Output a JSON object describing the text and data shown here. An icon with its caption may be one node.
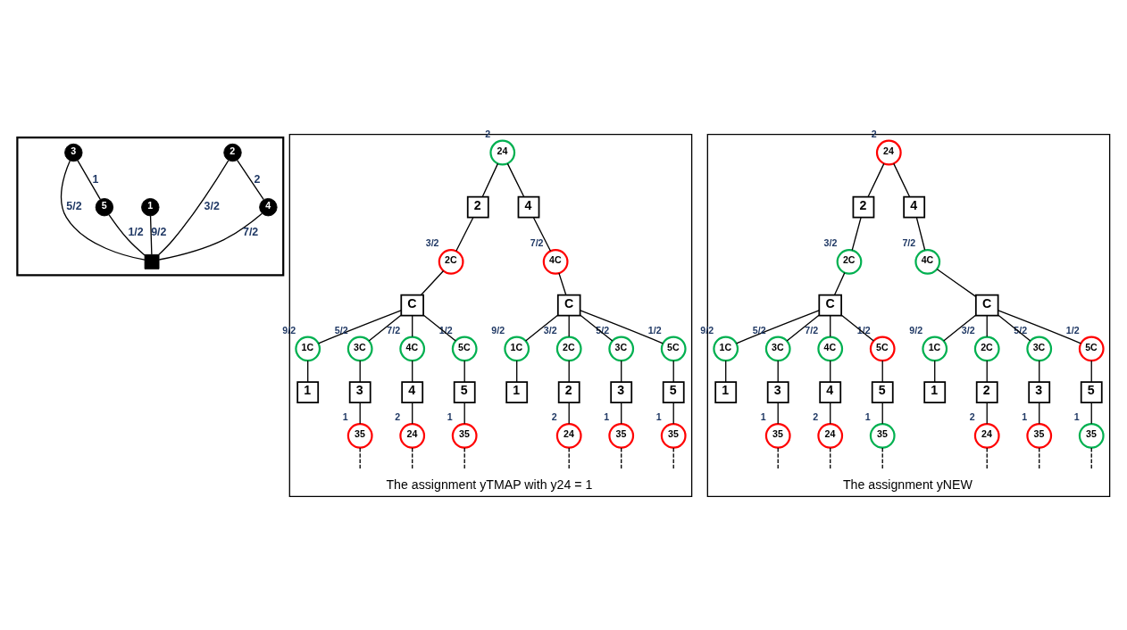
{
  "diagram": {
    "nodes": [
      {
        "text": [],
        "shape": "box"
      },
      {
        "text": [
          "2"
        ],
        "in": 0
      },
      {
        "text": [
          "1"
        ],
        "in": 0
      },
      {
        "text": [],
        "shape": "box",
        "in": 0
      },
      {
        "text": [
          "3"
        ],
        "in": 0
      },
      {
        "text": [
          "5"
        ],
        "in": 0
      },
      {
        "text": [
          "4"
        ],
        "in": 0
      },
      {
        "text": [
          "The assignment yTMAP with y24 = 1"
        ]
      },
      {
        "text": [
          "24"
        ],
        "beside": [
          "2"
        ],
        "in": 7
      },
      {
        "text": [
          "2"
        ],
        "in": 7
      },
      {
        "text": [
          "4"
        ],
        "in": 7
      },
      {
        "text": [
          "2C"
        ],
        "beside": [
          "3/2"
        ],
        "in": 7
      },
      {
        "text": [
          "4C"
        ],
        "beside": [
          "7/2"
        ],
        "in": 7
      },
      {
        "text": [
          "C"
        ],
        "in": 7
      },
      {
        "text": [
          "C"
        ],
        "in": 7
      },
      {
        "text": [
          "1C"
        ],
        "beside": [
          "9/2"
        ],
        "in": 7
      },
      {
        "text": [
          "3C"
        ],
        "beside": [
          "5/2"
        ],
        "in": 7
      },
      {
        "text": [
          "4C"
        ],
        "beside": [
          "7/2"
        ],
        "in": 7
      },
      {
        "text": [
          "5C"
        ],
        "beside": [
          "1/2"
        ],
        "in": 7
      },
      {
        "text": [
          "1C"
        ],
        "beside": [
          "9/2"
        ],
        "in": 7
      },
      {
        "text": [
          "2C"
        ],
        "beside": [
          "3/2"
        ],
        "in": 7
      },
      {
        "text": [
          "3C"
        ],
        "beside": [
          "5/2"
        ],
        "in": 7
      },
      {
        "text": [
          "5C"
        ],
        "beside": [
          "1/2"
        ],
        "in": 7
      },
      {
        "text": [
          "1"
        ],
        "in": 7
      },
      {
        "text": [
          "3"
        ],
        "in": 7
      },
      {
        "text": [
          "4"
        ],
        "in": 7
      },
      {
        "text": [
          "5"
        ],
        "in": 7
      },
      {
        "text": [
          "1"
        ],
        "in": 7
      },
      {
        "text": [
          "2"
        ],
        "in": 7
      },
      {
        "text": [
          "3"
        ],
        "in": 7
      },
      {
        "text": [
          "5"
        ],
        "in": 7
      },
      {
        "text": [
          "35"
        ],
        "beside": [
          "1"
        ],
        "in": 7
      },
      {
        "text": [
          "24"
        ],
        "beside": [
          "2"
        ],
        "in": 7
      },
      {
        "text": [
          "35"
        ],
        "beside": [
          "1"
        ],
        "in": 7
      },
      {
        "text": [
          "24"
        ],
        "beside": [
          "2"
        ],
        "in": 7
      },
      {
        "text": [
          "35"
        ],
        "beside": [
          "1"
        ],
        "in": 7
      },
      {
        "text": [
          "35"
        ],
        "beside": [
          "1"
        ],
        "in": 7
      },
      {
        "text": [
          "The assignment yNEW"
        ]
      },
      {
        "text": [
          "24"
        ],
        "beside": [
          "2"
        ],
        "in": 37
      },
      {
        "text": [
          "2"
        ],
        "in": 37
      },
      {
        "text": [
          "4"
        ],
        "in": 37
      },
      {
        "text": [
          "2C"
        ],
        "beside": [
          "3/2"
        ],
        "in": 37
      },
      {
        "text": [
          "4C"
        ],
        "beside": [
          "7/2"
        ],
        "in": 37
      },
      {
        "text": [
          "C"
        ],
        "in": 37
      },
      {
        "text": [
          "C"
        ],
        "in": 37
      },
      {
        "text": [
          "1C"
        ],
        "beside": [
          "9/2"
        ],
        "in": 37
      },
      {
        "text": [
          "3C"
        ],
        "beside": [
          "5/2"
        ],
        "in": 37
      },
      {
        "text": [
          "4C"
        ],
        "beside": [
          "7/2"
        ],
        "in": 37
      },
      {
        "text": [
          "5C"
        ],
        "beside": [
          "1/2"
        ],
        "in": 37
      },
      {
        "text": [
          "1C"
        ],
        "beside": [
          "9/2"
        ],
        "in": 37
      },
      {
        "text": [
          "2C"
        ],
        "beside": [
          "3/2"
        ],
        "in": 37
      },
      {
        "text": [
          "3C"
        ],
        "beside": [
          "5/2"
        ],
        "in": 37
      },
      {
        "text": [
          "5C"
        ],
        "beside": [
          "1/2"
        ],
        "in": 37
      },
      {
        "text": [
          "1"
        ],
        "in": 37
      },
      {
        "text": [
          "3"
        ],
        "in": 37
      },
      {
        "text": [
          "4"
        ],
        "in": 37
      },
      {
        "text": [
          "5"
        ],
        "in": 37
      },
      {
        "text": [
          "1"
        ],
        "in": 37
      },
      {
        "text": [
          "2"
        ],
        "in": 37
      },
      {
        "text": [
          "3"
        ],
        "in": 37
      },
      {
        "text": [
          "5"
        ],
        "in": 37
      },
      {
        "text": [
          "35"
        ],
        "beside": [
          "1"
        ],
        "in": 37
      },
      {
        "text": [
          "24"
        ],
        "beside": [
          "2"
        ],
        "in": 37
      },
      {
        "text": [
          "35"
        ],
        "beside": [
          "1"
        ],
        "in": 37
      },
      {
        "text": [
          "24"
        ],
        "beside": [
          "2"
        ],
        "in": 37
      },
      {
        "text": [
          "35"
        ],
        "beside": [
          "1"
        ],
        "in": 37
      },
      {
        "text": [
          "35"
        ],
        "beside": [
          "1"
        ],
        "in": 37
      }
    ],
    "edges": [
      {
        "from": 1,
        "to": 3,
        "arrow": "none",
        "label": "3/2"
      },
      {
        "from": 2,
        "to": 3,
        "arrow": "none",
        "label": "9/2"
      },
      {
        "from": 4,
        "to": 3,
        "arrow": "none",
        "label": "5/2"
      },
      {
        "from": 5,
        "to": 3,
        "arrow": "none",
        "label": "1/2"
      },
      {
        "from": 6,
        "to": 3,
        "arrow": "none",
        "label": "7/2"
      },
      {
        "from": 1,
        "to": 6,
        "arrow": "none",
        "label": "2"
      },
      {
        "from": 4,
        "to": 5,
        "arrow": "none",
        "label": "1"
      },
      {
        "from": 8,
        "to": 9,
        "arrow": "none"
      },
      {
        "from": 8,
        "to": 10,
        "arrow": "none"
      },
      {
        "from": 9,
        "to": 11,
        "arrow": "none"
      },
      {
        "from": 10,
        "to": 12,
        "arrow": "none"
      },
      {
        "from": 11,
        "to": 13,
        "arrow": "none"
      },
      {
        "from": 12,
        "to": 14,
        "arrow": "none"
      },
      {
        "from": 13,
        "to": 15,
        "arrow": "none"
      },
      {
        "from": 13,
        "to": 16,
        "arrow": "none"
      },
      {
        "from": 13,
        "to": 17,
        "arrow": "none"
      },
      {
        "from": 13,
        "to": 18,
        "arrow": "none"
      },
      {
        "from": 14,
        "to": 19,
        "arrow": "none"
      },
      {
        "from": 14,
        "to": 20,
        "arrow": "none"
      },
      {
        "from": 14,
        "to": 21,
        "arrow": "none"
      },
      {
        "from": 14,
        "to": 22,
        "arrow": "none"
      },
      {
        "from": 15,
        "to": 23,
        "arrow": "none"
      },
      {
        "from": 16,
        "to": 24,
        "arrow": "none"
      },
      {
        "from": 17,
        "to": 25,
        "arrow": "none"
      },
      {
        "from": 18,
        "to": 26,
        "arrow": "none"
      },
      {
        "from": 19,
        "to": 27,
        "arrow": "none"
      },
      {
        "from": 20,
        "to": 28,
        "arrow": "none"
      },
      {
        "from": 21,
        "to": 29,
        "arrow": "none"
      },
      {
        "from": 22,
        "to": 30,
        "arrow": "none"
      },
      {
        "from": 24,
        "to": 31,
        "arrow": "none"
      },
      {
        "from": 25,
        "to": 32,
        "arrow": "none"
      },
      {
        "from": 26,
        "to": 33,
        "arrow": "none"
      },
      {
        "from": 28,
        "to": 34,
        "arrow": "none"
      },
      {
        "from": 29,
        "to": 35,
        "arrow": "none"
      },
      {
        "from": 30,
        "to": 36,
        "arrow": "none"
      },
      {
        "from": 31,
        "to": null,
        "arrow": "none",
        "style": "dashed"
      },
      {
        "from": 32,
        "to": null,
        "arrow": "none",
        "style": "dashed"
      },
      {
        "from": 33,
        "to": null,
        "arrow": "none",
        "style": "dashed"
      },
      {
        "from": 34,
        "to": null,
        "arrow": "none",
        "style": "dashed"
      },
      {
        "from": 35,
        "to": null,
        "arrow": "none",
        "style": "dashed"
      },
      {
        "from": 36,
        "to": null,
        "arrow": "none",
        "style": "dashed"
      },
      {
        "from": 38,
        "to": 39,
        "arrow": "none"
      },
      {
        "from": 38,
        "to": 40,
        "arrow": "none"
      },
      {
        "from": 39,
        "to": 41,
        "arrow": "none"
      },
      {
        "from": 40,
        "to": 42,
        "arrow": "none"
      },
      {
        "from": 41,
        "to": 43,
        "arrow": "none"
      },
      {
        "from": 42,
        "to": 44,
        "arrow": "none"
      },
      {
        "from": 43,
        "to": 45,
        "arrow": "none"
      },
      {
        "from": 43,
        "to": 46,
        "arrow": "none"
      },
      {
        "from": 43,
        "to": 47,
        "arrow": "none"
      },
      {
        "from": 43,
        "to": 48,
        "arrow": "none"
      },
      {
        "from": 44,
        "to": 49,
        "arrow": "none"
      },
      {
        "from": 44,
        "to": 50,
        "arrow": "none"
      },
      {
        "from": 44,
        "to": 51,
        "arrow": "none"
      },
      {
        "from": 44,
        "to": 52,
        "arrow": "none"
      },
      {
        "from": 45,
        "to": 53,
        "arrow": "none"
      },
      {
        "from": 46,
        "to": 54,
        "arrow": "none"
      },
      {
        "from": 47,
        "to": 55,
        "arrow": "none"
      },
      {
        "from": 48,
        "to": 56,
        "arrow": "none"
      },
      {
        "from": 49,
        "to": 57,
        "arrow": "none"
      },
      {
        "from": 50,
        "to": 58,
        "arrow": "none"
      },
      {
        "from": 51,
        "to": 59,
        "arrow": "none"
      },
      {
        "from": 52,
        "to": 60,
        "arrow": "none"
      },
      {
        "from": 54,
        "to": 61,
        "arrow": "none"
      },
      {
        "from": 55,
        "to": 62,
        "arrow": "none"
      },
      {
        "from": 56,
        "to": 63,
        "arrow": "none"
      },
      {
        "from": 58,
        "to": 64,
        "arrow": "none"
      },
      {
        "from": 59,
        "to": 65,
        "arrow": "none"
      },
      {
        "from": 60,
        "to": 66,
        "arrow": "none"
      },
      {
        "from": 61,
        "to": null,
        "arrow": "none",
        "style": "dashed"
      },
      {
        "from": 62,
        "to": null,
        "arrow": "none",
        "style": "dashed"
      },
      {
        "from": 63,
        "to": null,
        "arrow": "none",
        "style": "dashed"
      },
      {
        "from": 64,
        "to": null,
        "arrow": "none",
        "style": "dashed"
      },
      {
        "from": 65,
        "to": null,
        "arrow": "none",
        "style": "dashed"
      },
      {
        "from": 66,
        "to": null,
        "arrow": "none",
        "style": "dashed"
      }
    ]
  }
}
